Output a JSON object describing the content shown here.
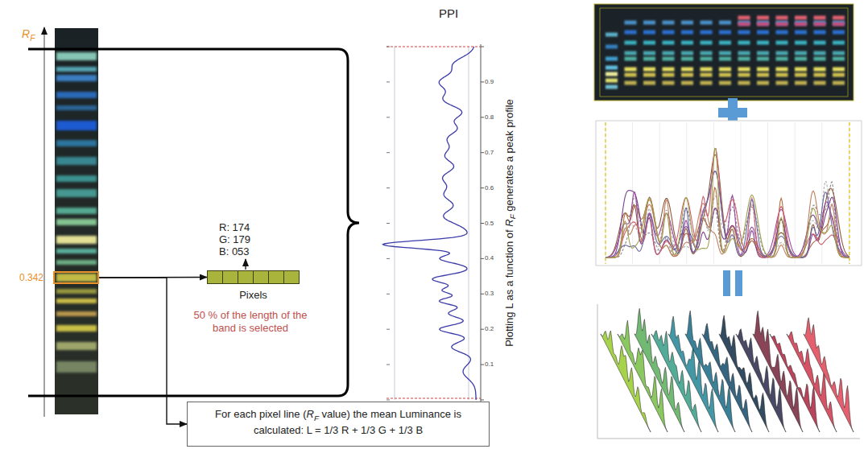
{
  "diagram": {
    "nodes": [
      {
        "text": [
          "0.342"
        ]
      },
      {
        "text": [
          "Pixels"
        ]
      },
      {
        "text": [
          "For each pixel line (RF value) the mean Luminance is calculated: L = 1/3 R + 1/3 G + 1/3 B"
        ]
      }
    ],
    "edges": [
      {
        "from": 0,
        "to": 1,
        "arrow": "to"
      },
      {
        "from": 0,
        "to": 2,
        "arrow": "to"
      }
    ],
    "labels": [
      "RF",
      "R: 174",
      "G: 179",
      "B: 053",
      "50 % of the length of the band is selected",
      "PPI",
      "Plotting L as a function of RF generates a peak profile",
      "0.1",
      "0.2",
      "0.3",
      "0.4",
      "0.5",
      "0.6",
      "0.7",
      "0.8",
      "0.9"
    ]
  }
}
